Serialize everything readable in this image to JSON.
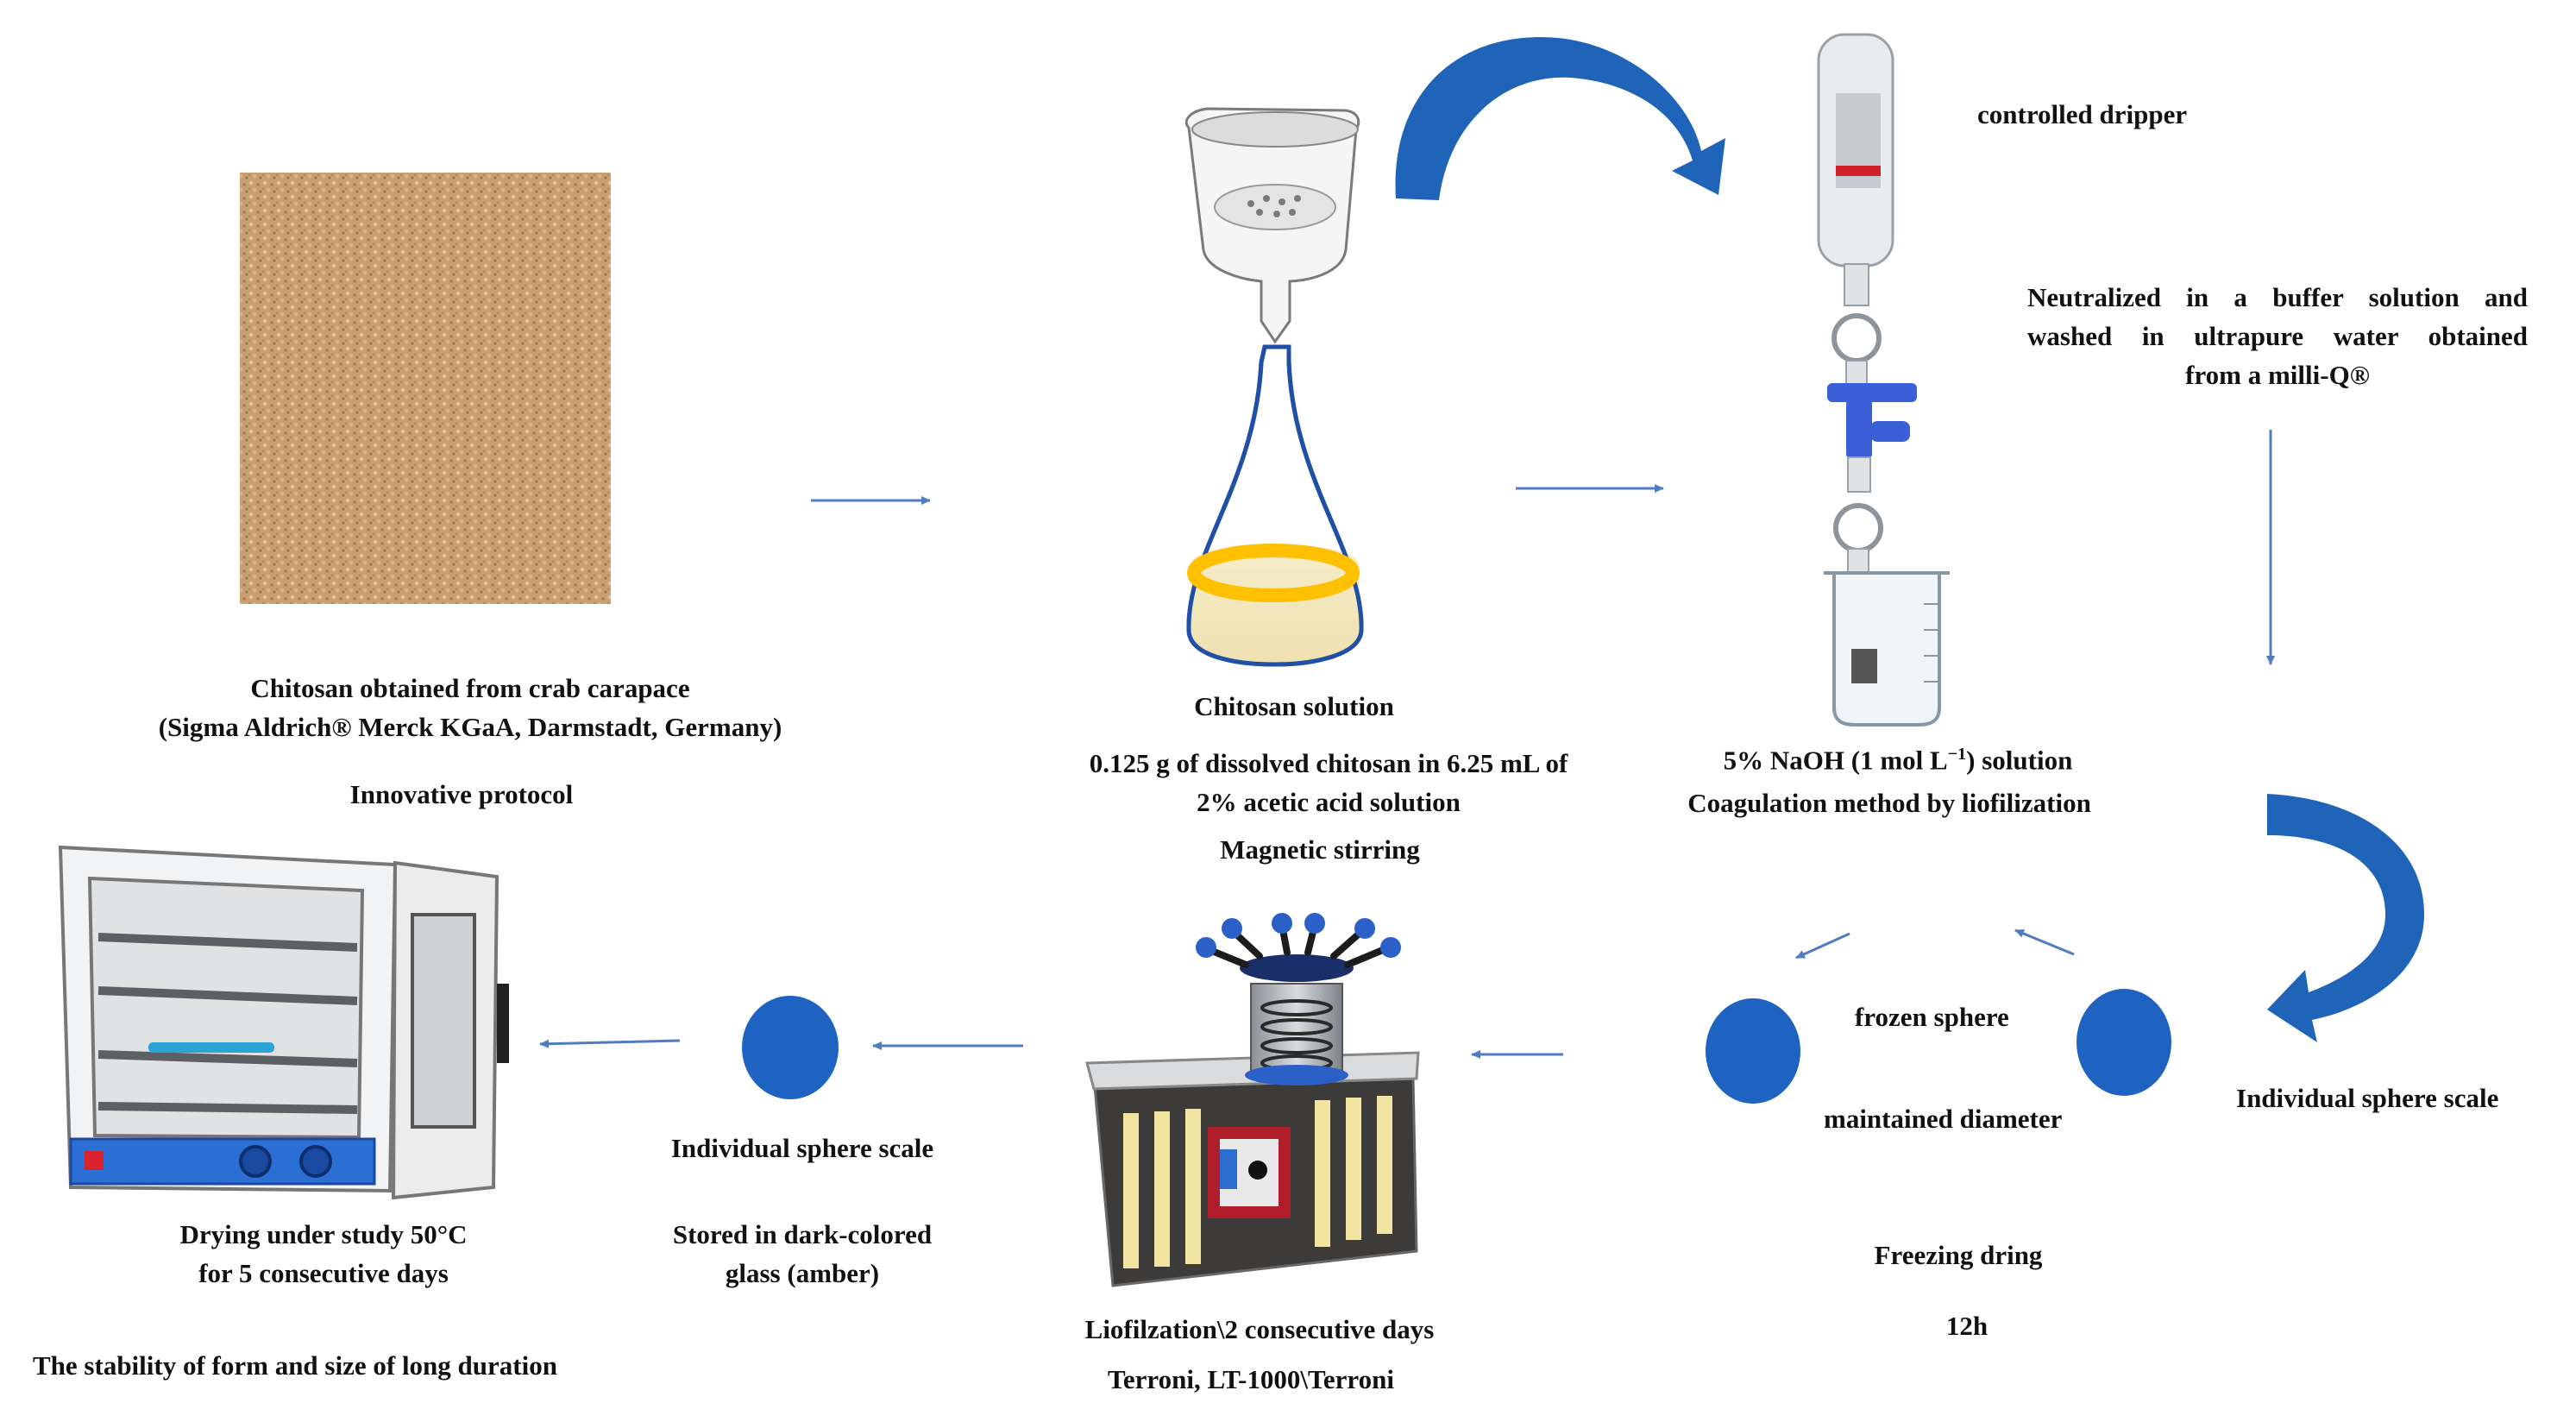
{
  "colors": {
    "accent_blue": "#1f64b8",
    "sphere_blue": "#1e63c2",
    "dark_blue": "#1f4fa6",
    "arrow_line": "#4f7dc0",
    "chitosan_powder": "#c9a072",
    "yellow_ring": "#ffc000"
  },
  "labels": {
    "chitosan_source": [
      "Chitosan obtained from crab carapace",
      "(Sigma Aldrich® Merck KGaA, Darmstadt, Germany)"
    ],
    "protocol": "Innovative protocol",
    "solution_title": "Chitosan solution",
    "solution_detail": [
      "0.125 g of dissolved chitosan in 6.25 mL of",
      "2% acetic acid solution"
    ],
    "stirring": "Magnetic stirring",
    "dripper": "controlled dripper",
    "neutralized": [
      "Neutralized in a buffer solution and",
      "washed in ultrapure water obtained",
      "from a milli-Q®"
    ],
    "naoh_prefix": "5% NaOH (1 mol L",
    "naoh_exp": "−1",
    "naoh_suffix": ") solution",
    "coagulation": "Coagulation method by liofilization",
    "sphere_scale_right": "Individual sphere scale",
    "frozen_sphere": "frozen sphere",
    "maintained_diameter": "maintained diameter",
    "freezing": "Freezing dring",
    "freezing_time": "12h",
    "lyophilization": "Liofilzation\\2 consecutive days",
    "lyophilizer_model": "Terroni, LT-1000\\Terroni",
    "sphere_scale_left": "Individual sphere scale",
    "stored": [
      "Stored in dark-colored",
      "glass (amber)"
    ],
    "drying": [
      "Drying under study 50°C",
      "for 5 consecutive days"
    ],
    "stability": "The stability of form and size of long duration"
  },
  "icons": [
    "chitosan-powder-image",
    "filter-funnel-flask-icon",
    "curved-arrow-icon",
    "dripper-icon",
    "beaker-icon",
    "sphere-icon",
    "freeze-dryer-icon",
    "drying-oven-icon"
  ]
}
